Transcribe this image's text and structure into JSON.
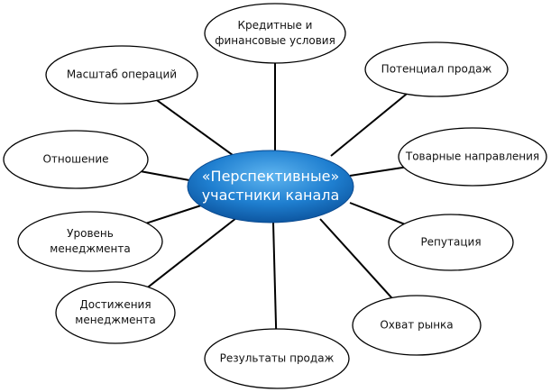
{
  "center": {
    "lines": [
      "«Перспективные»",
      "участники канала"
    ]
  },
  "nodes": [
    {
      "id": "credit",
      "lines": [
        "Кредитные и",
        "финансовые условия"
      ]
    },
    {
      "id": "sales-potential",
      "lines": [
        "Потенциал продаж"
      ]
    },
    {
      "id": "product-lines",
      "lines": [
        "Товарные направления"
      ]
    },
    {
      "id": "reputation",
      "lines": [
        "Репутация"
      ]
    },
    {
      "id": "market-coverage",
      "lines": [
        "Охват рынка"
      ]
    },
    {
      "id": "sales-results",
      "lines": [
        "Результаты продаж"
      ]
    },
    {
      "id": "management-achievements",
      "lines": [
        "Достижения",
        "менеджмента"
      ]
    },
    {
      "id": "management-level",
      "lines": [
        "Уровень",
        "менеджмента"
      ]
    },
    {
      "id": "attitude",
      "lines": [
        "Отношение"
      ]
    },
    {
      "id": "operations-scale",
      "lines": [
        "Масштаб операций"
      ]
    }
  ],
  "colors": {
    "center_fill_top": "#3a9ae0",
    "center_fill_bottom": "#0a5aa8",
    "stroke": "#000000"
  }
}
